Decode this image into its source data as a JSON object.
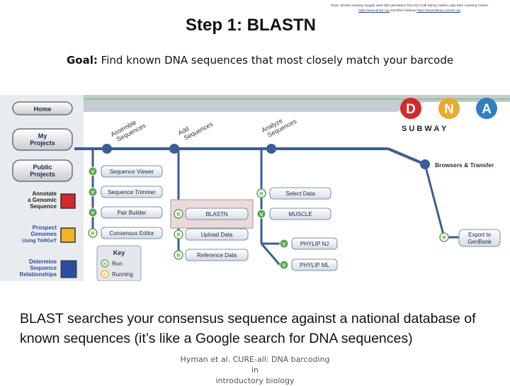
{
  "credit": {
    "line1": "*Note: all DNA Subway images used with permission from the Cold Spring Harbor Labs DNA Learning Center:",
    "link1": "https://www.dnalc.org",
    "mid": "and DNA Subway",
    "link2": "https://dnasubway.cyverse.org"
  },
  "slide": {
    "title": "Step 1: BLASTN",
    "goal_label": "Goal:",
    "goal_text": "Find known DNA sequences that most closely match your barcode",
    "description": "BLAST searches your consensus sequence against a national database of known sequences (it’s like a Google search for DNA sequences)",
    "footer_line1": "Hyman et al. CURE-all: DNA barcoding in",
    "footer_line2": "introductory biology"
  },
  "subway": {
    "logo_letters": [
      "D",
      "N",
      "A"
    ],
    "logo_word": "S U B W A Y",
    "logo_colors": [
      "#d62828",
      "#e9a92b",
      "#2f7fc1"
    ],
    "nav": {
      "home": "Home",
      "my_projects": [
        "My",
        "Projects"
      ],
      "public_projects": [
        "Public",
        "Projects"
      ]
    },
    "lines": {
      "annotate": [
        "Annotate",
        "a Genomic",
        "Sequence"
      ],
      "prospect": [
        "Prospect",
        "Genomes",
        "Using TARGeT"
      ],
      "determine": [
        "Determine",
        "Sequence",
        "Relationships"
      ]
    },
    "line_colors": {
      "annotate": "#d62828",
      "prospect": "#f5b323",
      "determine": "#2a4d9c"
    },
    "stations": {
      "assemble": [
        "Assemble",
        "Sequences"
      ],
      "add": [
        "Add",
        "Sequences"
      ],
      "analyze": [
        "Analyze",
        "Sequences"
      ]
    },
    "stops": {
      "sequence_viewer": "Sequence Viewer",
      "sequence_trimmer": "Sequence Trimmer",
      "pair_builder": "Pair Builder",
      "consensus_editor": "Consensus Editor",
      "blastn": "BLASTN",
      "upload_data": "Upload Data",
      "reference_data": "Reference Data",
      "select_data": "Select Data",
      "muscle": "MUSCLE",
      "phylip_nj": "PHYLIP NJ",
      "phylip_ml": "PHYLIP ML",
      "browsers_transfer": "Browsers & Transfer",
      "export": [
        "Export to",
        "GenBank"
      ]
    },
    "key": {
      "title": "Key",
      "run": "Run",
      "running": "Running"
    },
    "markers": {
      "v": "V",
      "r": "R"
    }
  }
}
